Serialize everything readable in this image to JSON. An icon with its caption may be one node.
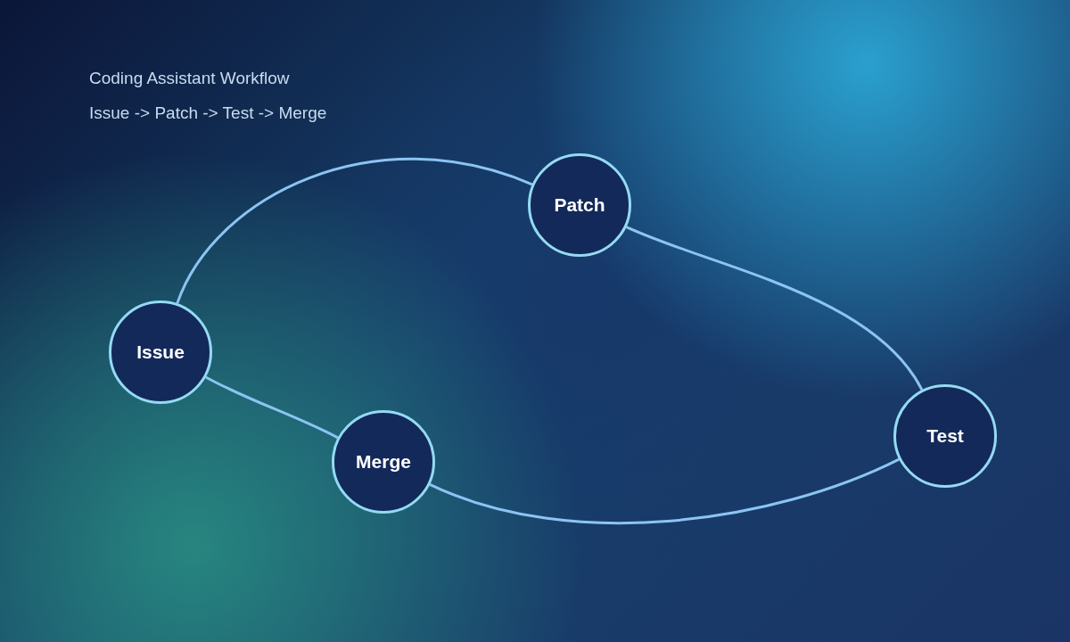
{
  "diagram": {
    "title": "Coding Assistant Workflow",
    "nodes": [
      {
        "text": [
          "Issue"
        ]
      },
      {
        "text": [
          "Patch"
        ]
      },
      {
        "text": [
          "Test"
        ]
      },
      {
        "text": [
          "Merge"
        ]
      }
    ],
    "edges": [
      {
        "from": 0,
        "to": 1,
        "arrow": "none"
      },
      {
        "from": 1,
        "to": 2,
        "arrow": "none"
      },
      {
        "from": 2,
        "to": 3,
        "arrow": "none"
      },
      {
        "from": 3,
        "to": 0,
        "arrow": "none"
      }
    ],
    "labels": [
      "Issue -> Patch -> Test -> Merge"
    ]
  }
}
